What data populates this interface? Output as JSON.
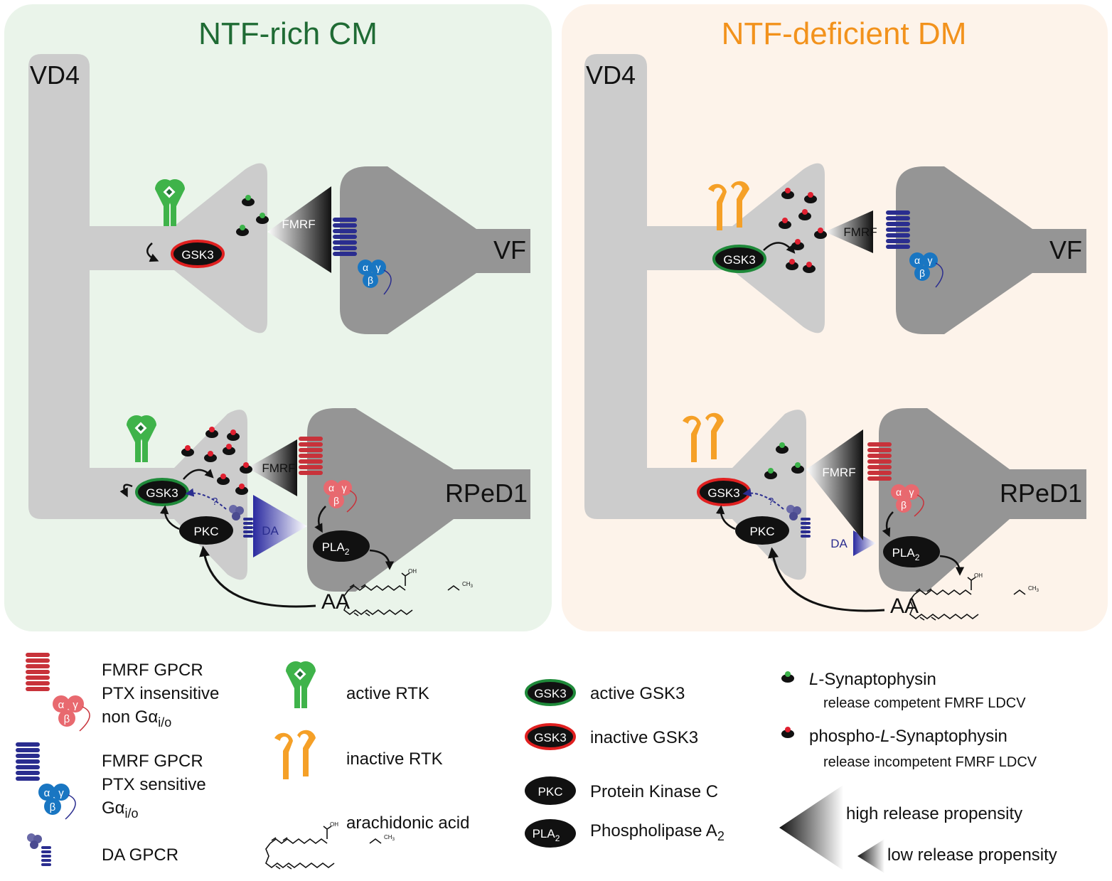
{
  "colors": {
    "panel_left_bg": "#eaf4ea",
    "panel_right_bg": "#fdf3ea",
    "title_left": "#1f6b34",
    "title_right": "#f2921c",
    "vd4_neuron": "#cccccc",
    "target_neuron": "#959595",
    "active_rtk": "#3fb34a",
    "inactive_rtk": "#f5a027",
    "gpcr_red": "#c8323a",
    "gprotein_red": "#e8696f",
    "gpcr_blue": "#2a2d8f",
    "gprotein_blue": "#1976c2",
    "active_ring": "#1f8a3a",
    "inactive_ring": "#e02020",
    "dot_green": "#3cb34a",
    "dot_red": "#e02030",
    "da_blue": "#3030a0"
  },
  "panels": {
    "left": {
      "title": "NTF-rich CM",
      "neuron_main": "VD4",
      "target_top": "VF",
      "target_bottom": "RPeD1",
      "fmrf_top": "FMRF",
      "fmrf_bottom": "FMRF",
      "gsk3_top": "GSK3",
      "gsk3_bottom": "GSK3",
      "pkc": "PKC",
      "pla2": "PLA",
      "pla2_sub": "2",
      "da": "DA",
      "aa": "AA",
      "question": "?",
      "alpha": "α",
      "beta": "β",
      "gamma": "γ"
    },
    "right": {
      "title": "NTF-deficient DM",
      "neuron_main": "VD4",
      "target_top": "VF",
      "target_bottom": "RPeD1",
      "fmrf_top": "FMRF",
      "fmrf_bottom": "FMRF",
      "gsk3_top": "GSK3",
      "gsk3_bottom": "GSK3",
      "pkc": "PKC",
      "pla2": "PLA",
      "pla2_sub": "2",
      "da": "DA",
      "aa": "AA",
      "question": "?",
      "alpha": "α",
      "beta": "β",
      "gamma": "γ"
    }
  },
  "aa_chem": {
    "cooh": "OH",
    "ch3": "CH",
    "ch3_sub": "3"
  },
  "legend": {
    "gpcr_red_line1": "FMRF GPCR",
    "gpcr_red_line2": "PTX insensitive",
    "gpcr_red_line3": "non Gα",
    "gpcr_red_line3_sub": "i/o",
    "gpcr_blue_line1": "FMRF GPCR",
    "gpcr_blue_line2": "PTX sensitive",
    "gpcr_blue_line3": "Gα",
    "gpcr_blue_line3_sub": "i/o",
    "da_gpcr": "DA GPCR",
    "active_rtk": "active RTK",
    "inactive_rtk": "inactive RTK",
    "arachidonic_acid": "arachidonic acid",
    "gsk3_badge": "GSK3",
    "active_gsk3": "active GSK3",
    "inactive_gsk3": "inactive GSK3",
    "pkc_badge": "PKC",
    "pkc_label": "Protein Kinase C",
    "pla2_badge": "PLA",
    "pla2_badge_sub": "2",
    "pla2_label": "Phospholipase A",
    "pla2_label_sub": "2",
    "lsyn_prefix": "L",
    "lsyn_rest": "-Synaptophysin",
    "lsyn_desc": "release competent FMRF LDCV",
    "plsyn_prefix": "phospho-",
    "plsyn_italic": "L",
    "plsyn_rest": "-Synaptophysin",
    "plsyn_desc": "release incompetent FMRF LDCV",
    "high_release": "high release propensity",
    "low_release": "low release propensity"
  }
}
